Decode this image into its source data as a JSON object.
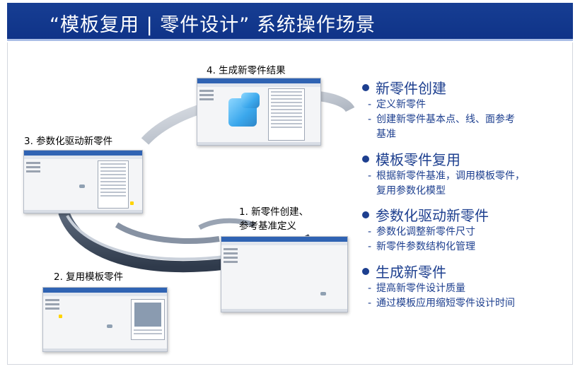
{
  "header": {
    "title": "“模板复用 | 零件设计” 系统操作场景",
    "bg_color": "#173e93"
  },
  "steps": [
    {
      "label": "4. 生成新零件结果"
    },
    {
      "label": "3. 参数化驱动新零件"
    },
    {
      "label_line1": "1.  新零件创建、",
      "label_line2": "参考基准定义"
    },
    {
      "label": "2. 复用模板零件"
    }
  ],
  "sections": [
    {
      "title": "新零件创建",
      "items": [
        {
          "line1": "定义新零件"
        },
        {
          "line1": "创建新零件基本点、线、面参考",
          "line2": "基准"
        }
      ]
    },
    {
      "title": "模板零件复用",
      "items": [
        {
          "line1": "根据新零件基准，调用模板零件，",
          "line2": "复用参数化模型"
        }
      ]
    },
    {
      "title": "参数化驱动新零件",
      "items": [
        {
          "line1": "参数化调整新零件尺寸"
        },
        {
          "line1": "新零件参数结构化管理"
        }
      ]
    },
    {
      "title": "生成新零件",
      "items": [
        {
          "line1": "提高新零件设计质量"
        },
        {
          "line1": "通过模板应用缩短零件设计时间"
        }
      ]
    }
  ],
  "icons": {
    "bullet": "filled-circle-icon",
    "sub_bullet": "dash"
  },
  "colors": {
    "accent": "#1d3f8f",
    "screenshot_titlebar": "#2f63b3",
    "highlight": "#ffd400"
  }
}
